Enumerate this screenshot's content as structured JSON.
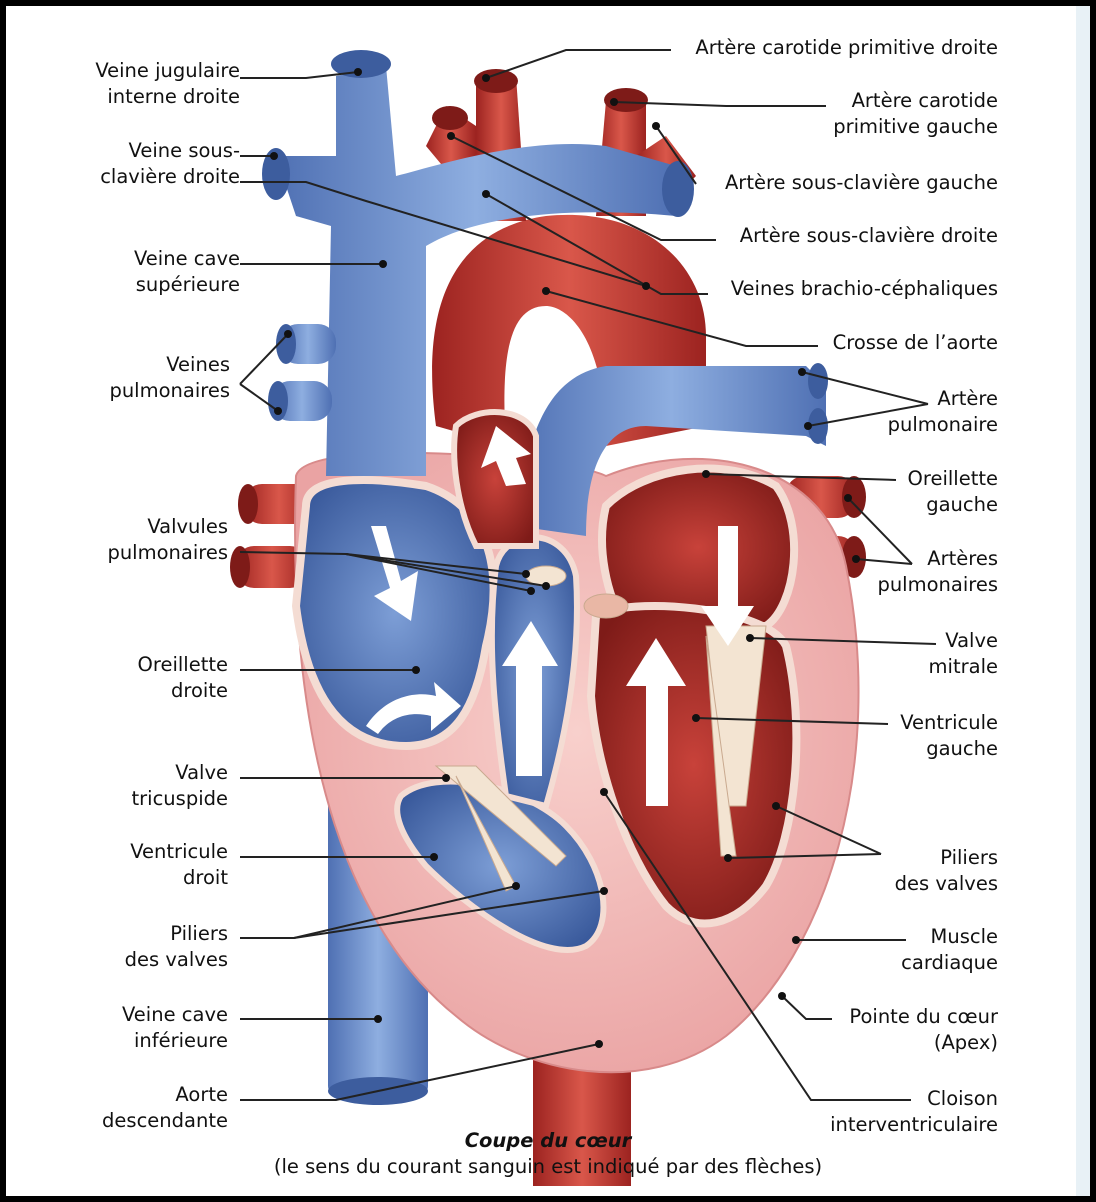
{
  "labels_left": [
    {
      "key": "veine_jugulaire",
      "lines": [
        "Veine jugulaire",
        "interne droite"
      ]
    },
    {
      "key": "veine_sous_claviere",
      "lines": [
        "Veine sous-",
        "clavière droite"
      ]
    },
    {
      "key": "veine_cave_sup",
      "lines": [
        "Veine cave",
        "supérieure"
      ]
    },
    {
      "key": "veines_pulmonaires",
      "lines": [
        "Veines",
        "pulmonaires"
      ]
    },
    {
      "key": "valvules_pulmonaires",
      "lines": [
        "Valvules",
        "pulmonaires"
      ]
    },
    {
      "key": "oreillette_droite",
      "lines": [
        "Oreillette",
        "droite"
      ]
    },
    {
      "key": "valve_tricuspide",
      "lines": [
        "Valve",
        "tricuspide"
      ]
    },
    {
      "key": "ventricule_droit",
      "lines": [
        "Ventricule",
        "droit"
      ]
    },
    {
      "key": "piliers_gauche",
      "lines": [
        "Piliers",
        "des valves"
      ]
    },
    {
      "key": "veine_cave_inf",
      "lines": [
        "Veine cave",
        "inférieure"
      ]
    },
    {
      "key": "aorte_desc",
      "lines": [
        "Aorte",
        "descendante"
      ]
    }
  ],
  "labels_right": [
    {
      "key": "carotide_droite",
      "lines": [
        "Artère carotide primitive droite"
      ]
    },
    {
      "key": "carotide_gauche",
      "lines": [
        "Artère carotide",
        "primitive gauche"
      ]
    },
    {
      "key": "sous_claviere_gauche",
      "lines": [
        "Artère sous-clavière gauche"
      ]
    },
    {
      "key": "sous_claviere_droite",
      "lines": [
        "Artère sous-clavière droite"
      ]
    },
    {
      "key": "brachio",
      "lines": [
        "Veines brachio-céphaliques"
      ]
    },
    {
      "key": "crosse",
      "lines": [
        "Crosse de l’aorte"
      ]
    },
    {
      "key": "artere_pulm",
      "lines": [
        "Artère",
        "pulmonaire"
      ]
    },
    {
      "key": "oreillette_gauche",
      "lines": [
        "Oreillette",
        "gauche"
      ]
    },
    {
      "key": "arteres_pulm",
      "lines": [
        "Artères",
        "pulmonaires"
      ]
    },
    {
      "key": "valve_mitrale",
      "lines": [
        "Valve",
        "mitrale"
      ]
    },
    {
      "key": "ventricule_gauche",
      "lines": [
        "Ventricule",
        "gauche"
      ]
    },
    {
      "key": "piliers_droite",
      "lines": [
        "Piliers",
        "des valves"
      ]
    },
    {
      "key": "muscle",
      "lines": [
        "Muscle",
        "cardiaque"
      ]
    },
    {
      "key": "pointe",
      "lines": [
        "Pointe du cœur",
        "(Apex)"
      ]
    },
    {
      "key": "cloison",
      "lines": [
        "Cloison",
        "interventriculaire"
      ]
    }
  ],
  "caption": {
    "title": "Coupe du cœur",
    "subtitle": "(le sens du courant sanguin est indiqué par des flèches)"
  },
  "colors": {
    "vein_blue": "#6d8fcb",
    "artery_red": "#c0392b",
    "muscle_pink": "#f3b8b8",
    "leader": "#222222"
  }
}
